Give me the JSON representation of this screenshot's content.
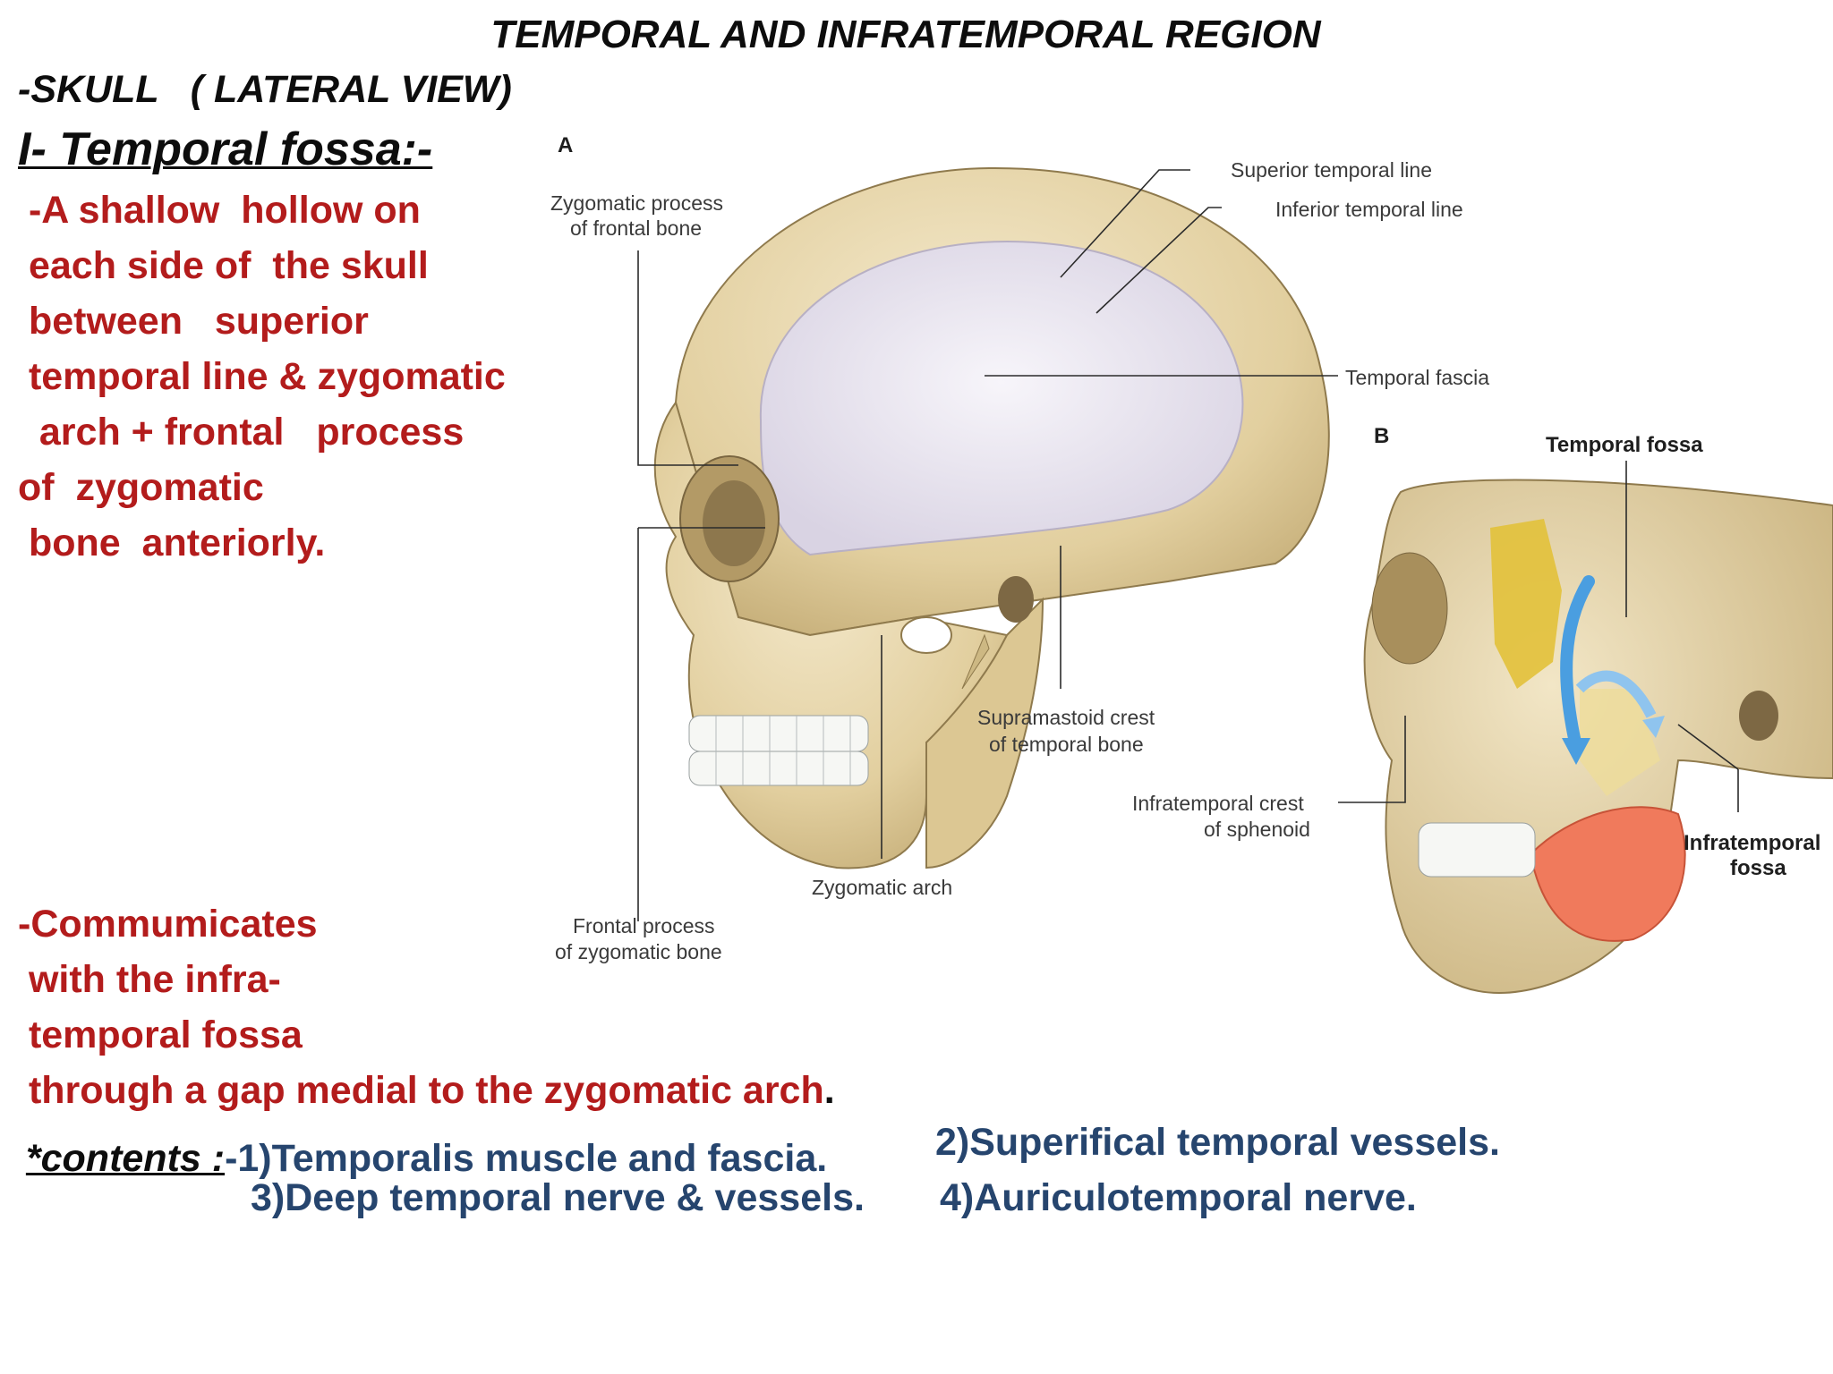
{
  "title": "TEMPORAL AND INFRATEMPORAL REGION",
  "subtitle": "-SKULL   ( LATERAL VIEW)",
  "heading": "I- Temporal  fossa:-",
  "description_lines": [
    " -A shallow  hollow on",
    " each side of  the skull",
    " between   superior",
    " temporal line & zygomatic",
    "  arch + frontal   process",
    "of  zygomatic",
    " bone  anteriorly."
  ],
  "communicates_lines": [
    "-Commumicates",
    " with the infra-",
    " temporal fossa",
    " through a gap medial to the zygomatic arch"
  ],
  "communicates_end": ".",
  "contents": {
    "label": "*contents :",
    "item1": "-1)Temporalis muscle and fascia.",
    "item2": "2)Superifical temporal vessels.",
    "item3": "3)Deep temporal nerve & vessels.",
    "item4": "4)Auriculotemporal nerve."
  },
  "figure_a": {
    "panel_letter": "A",
    "labels": {
      "zygomatic_process_1": "Zygomatic process",
      "zygomatic_process_2": "of frontal bone",
      "superior_temporal_line": "Superior temporal line",
      "inferior_temporal_line": "Inferior temporal line",
      "temporal_fascia": "Temporal fascia",
      "supramastoid_1": "Supramastoid crest",
      "supramastoid_2": "of temporal bone",
      "zygomatic_arch": "Zygomatic arch",
      "frontal_process_1": "Frontal process",
      "frontal_process_2": "of zygomatic bone"
    }
  },
  "figure_b": {
    "panel_letter": "B",
    "labels": {
      "temporal_fossa": "Temporal fossa",
      "infratemporal_crest_1": "Infratemporal crest",
      "infratemporal_crest_2": "of sphenoid",
      "infratemporal_fossa_1": "Infratemporal",
      "infratemporal_fossa_2": "fossa"
    }
  },
  "colors": {
    "red_text": "#b31c1c",
    "blue_text": "#26456e",
    "bone": "#e8d9b4",
    "fascia": "#ece9f2",
    "muscle": "#f07a5c",
    "arrow": "#4a9ee0",
    "fossa_yellow": "#e2c13a"
  }
}
